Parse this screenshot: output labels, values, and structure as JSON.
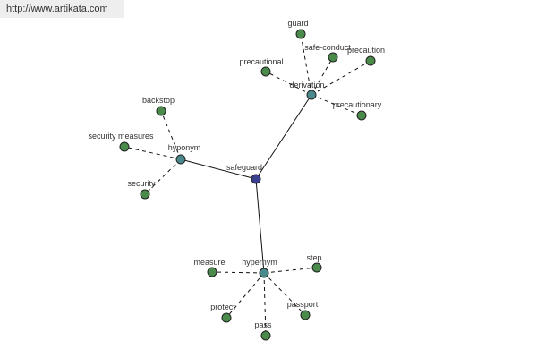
{
  "header": {
    "url": "http://www.artikata.com"
  },
  "graph": {
    "center": {
      "label": "safeguard",
      "color": "#3a3f8f"
    },
    "relations": [
      {
        "id": "hyponym",
        "label": "hyponym",
        "color": "#4a8a8c",
        "leaves": [
          "backstop",
          "security measures",
          "security"
        ]
      },
      {
        "id": "derivation",
        "label": "derivation",
        "color": "#4a8a8c",
        "leaves": [
          "guard",
          "safe-conduct",
          "precaution",
          "precautional",
          "precautionary"
        ]
      },
      {
        "id": "hypernym",
        "label": "hypernym",
        "color": "#4a8a8c",
        "leaves": [
          "measure",
          "step",
          "protect",
          "passport",
          "pass"
        ]
      }
    ],
    "leaf_color": "#4a8a4a"
  }
}
